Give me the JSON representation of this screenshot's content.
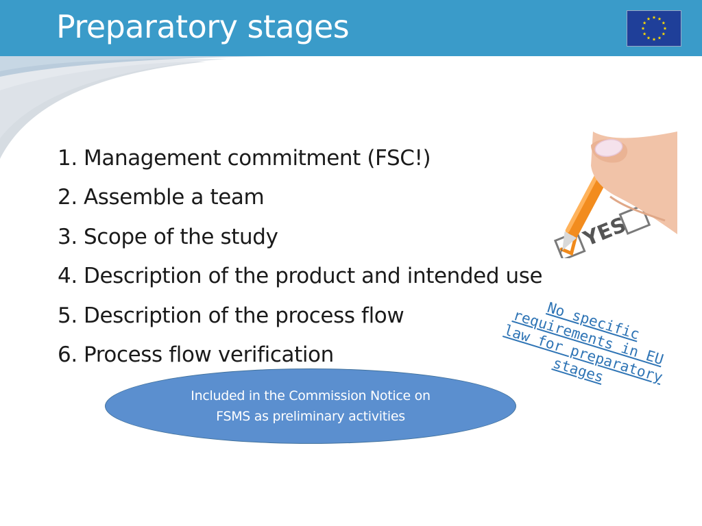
{
  "header": {
    "title": "Preparatory stages",
    "bar_color": "#3a9bc9",
    "flag_icon": "eu-flag-icon"
  },
  "steps": [
    {
      "num": "1.",
      "text": "Management commitment (FSC!)"
    },
    {
      "num": "2.",
      "text": "Assemble a team"
    },
    {
      "num": "3.",
      "text": "Scope of the study"
    },
    {
      "num": "4.",
      "text": "Description of the product and intended use"
    },
    {
      "num": "5.",
      "text": "Description of the process flow"
    },
    {
      "num": "6.",
      "text": "Process flow verification"
    }
  ],
  "callout": {
    "line1": "Included in the Commission Notice on",
    "line2": "FSMS as preliminary activities",
    "fill_color": "#5b8fcf"
  },
  "note": {
    "line1": "No specific",
    "line2": "requirements in EU",
    "line3": "law for preparatory",
    "line4": "stages",
    "color": "#2e74b5"
  },
  "image": {
    "icon": "hand-pen-checkbox-icon",
    "text": "YES"
  }
}
